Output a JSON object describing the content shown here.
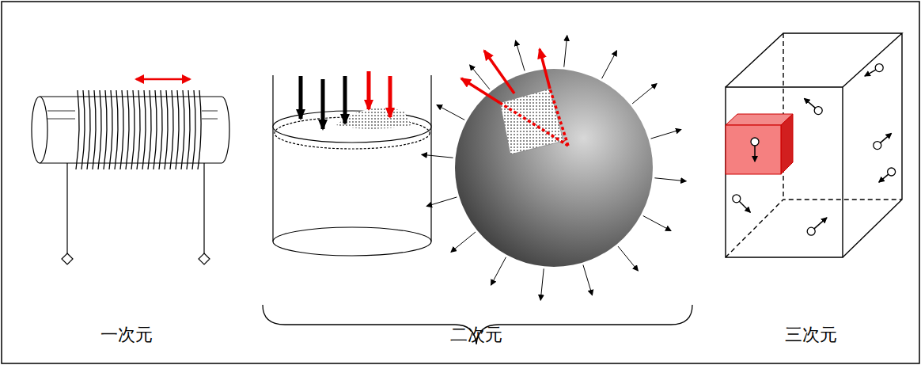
{
  "diagram": {
    "labels": [
      "一次元",
      "二次元",
      "三次元"
    ]
  }
}
